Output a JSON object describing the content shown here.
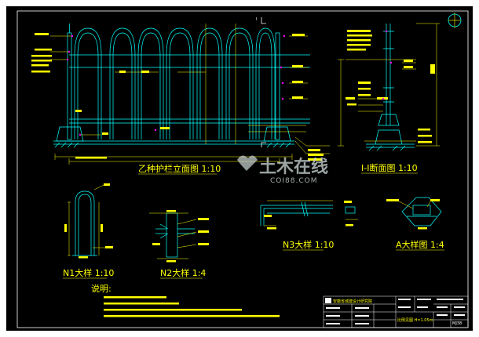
{
  "drawing": {
    "elevation_title": "乙种护栏立面图 1:10",
    "section_title": "I-I断面图 1:10",
    "n1_title": "N1大样 1:10",
    "n2_title": "N2大样 1:4",
    "n3_title": "N3大样 1:10",
    "a_title": "A大样图 1:4",
    "section_mark": "I",
    "notes_heading": "说明:",
    "company": "安徽省城建设计研究院",
    "drawing_no": "MJ38",
    "scale_line": "比例见图 H=1.05m",
    "watermark_main": "土木在线",
    "watermark_sub": "COI88.COM"
  },
  "colors": {
    "background": "#000000",
    "primary_line": "#00ffff",
    "text": "#ffff00",
    "accent": "#ff00ff",
    "frame": "#ffffff"
  },
  "icons": [
    "north-arrow-icon"
  ]
}
